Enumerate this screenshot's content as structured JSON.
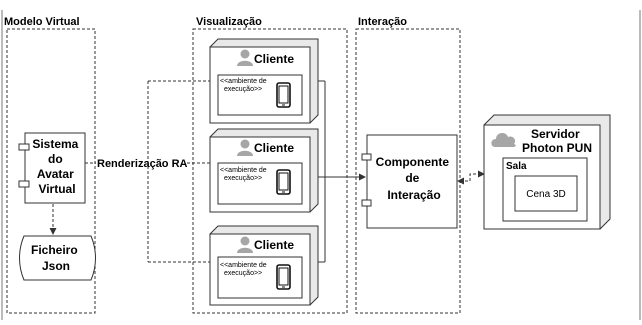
{
  "sections": {
    "virtual_model": "Modelo Virtual",
    "visualization": "Visualização",
    "interaction": "Interação"
  },
  "avatar_system": {
    "lines": [
      "Sistema",
      "do",
      "Avatar",
      "Virtual"
    ]
  },
  "json_file": {
    "lines": [
      "Ficheiro",
      "Json"
    ]
  },
  "render_label": "Renderização RA",
  "clients": [
    {
      "title": "Cliente",
      "env_lines": [
        "<<ambiente de",
        "execução>>"
      ]
    },
    {
      "title": "Cliente",
      "env_lines": [
        "<<ambiente de",
        "execução>>"
      ]
    },
    {
      "title": "Cliente",
      "env_lines": [
        "<<ambiente de",
        "execução>>"
      ]
    }
  ],
  "interaction_component": {
    "lines": [
      "Componente",
      "de",
      "Interação"
    ]
  },
  "server": {
    "lines": [
      "Servidor",
      "Photon PUN"
    ],
    "room_label": "Sala",
    "scene_label": "Cena 3D"
  },
  "colors": {
    "line": "#333333",
    "fill": "#ffffff",
    "node_side": "#e9e9e9",
    "icon": "#a6a6a6"
  },
  "icons": {
    "client": "user-icon",
    "device": "smartphone-icon",
    "server": "cloud-icon"
  }
}
